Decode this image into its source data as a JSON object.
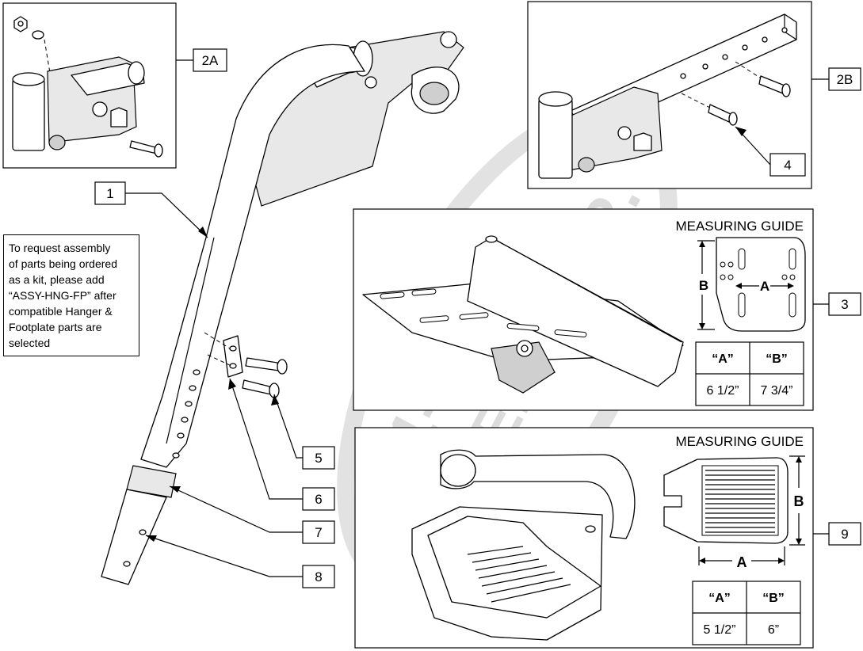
{
  "callouts": {
    "c1": "1",
    "c2a": "2A",
    "c2b": "2B",
    "c3": "3",
    "c4": "4",
    "c5": "5",
    "c6": "6",
    "c7": "7",
    "c8": "8",
    "c9": "9"
  },
  "note_lines": [
    "To request assembly",
    "of parts being ordered",
    "as a kit, please add",
    "“ASSY-HNG-FP” after",
    "compatible Hanger &",
    "Footplate parts are",
    "selected"
  ],
  "guide_3": {
    "title": "MEASURING GUIDE",
    "dim_a": "A",
    "dim_b": "B",
    "table_headers": [
      "“A”",
      "“B”"
    ],
    "table_values": [
      "6 1/2”",
      "7 3/4”"
    ]
  },
  "guide_9": {
    "title": "MEASURING GUIDE",
    "dim_a": "A",
    "dim_b": "B",
    "table_headers": [
      "“A”",
      "“B”"
    ],
    "table_values": [
      "5 1/2”",
      "6”"
    ]
  },
  "watermark": {
    "line1": "1-800",
    "line2": "WHEELCHAIR.com"
  },
  "colors": {
    "line": "#000000",
    "watermark": "#dcdcdc",
    "shade": "#e8e8e8"
  }
}
